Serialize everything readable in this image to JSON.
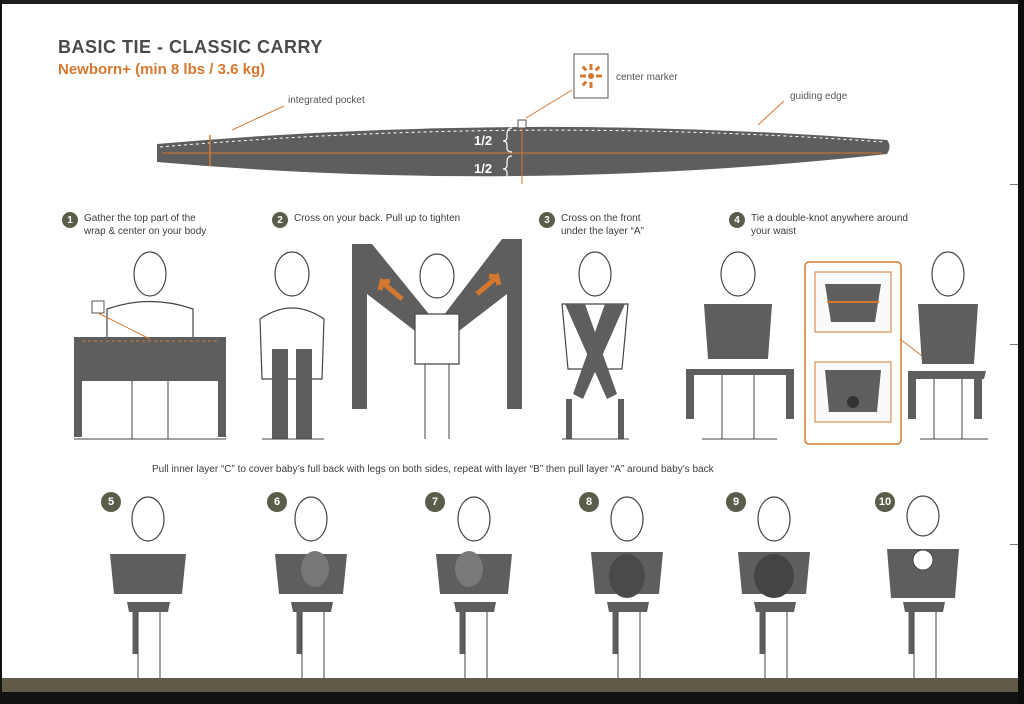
{
  "title": "BASIC TIE - CLASSIC CARRY",
  "subtitle": "Newborn+ (min 8 lbs / 3.6 kg)",
  "callouts": {
    "center_marker": "center marker",
    "integrated_pocket": "integrated pocket",
    "guiding_edge": "guiding edge",
    "half_top": "1/2",
    "half_bottom": "1/2"
  },
  "steps_top": [
    {
      "num": "1",
      "line1": "Gather the top part of the",
      "line2": "wrap & center on your body"
    },
    {
      "num": "2",
      "line1": "Cross on your back. Pull up to tighten",
      "line2": ""
    },
    {
      "num": "3",
      "line1": "Cross on the front",
      "line2": "under the layer “A”"
    },
    {
      "num": "4",
      "line1": "Tie a double-knot anywhere around",
      "line2": "your waist"
    }
  ],
  "middle_caption": "Pull inner layer “C” to cover baby’s full back with legs on both sides, repeat with layer “B” then pull layer “A” around baby’s back",
  "steps_bottom": [
    "5",
    "6",
    "7",
    "8",
    "9",
    "10"
  ],
  "colors": {
    "accent": "#d4782f",
    "wrap_gray": "#5e5e5e",
    "badge": "#5c5c4a",
    "footer": "#5f5b46"
  }
}
